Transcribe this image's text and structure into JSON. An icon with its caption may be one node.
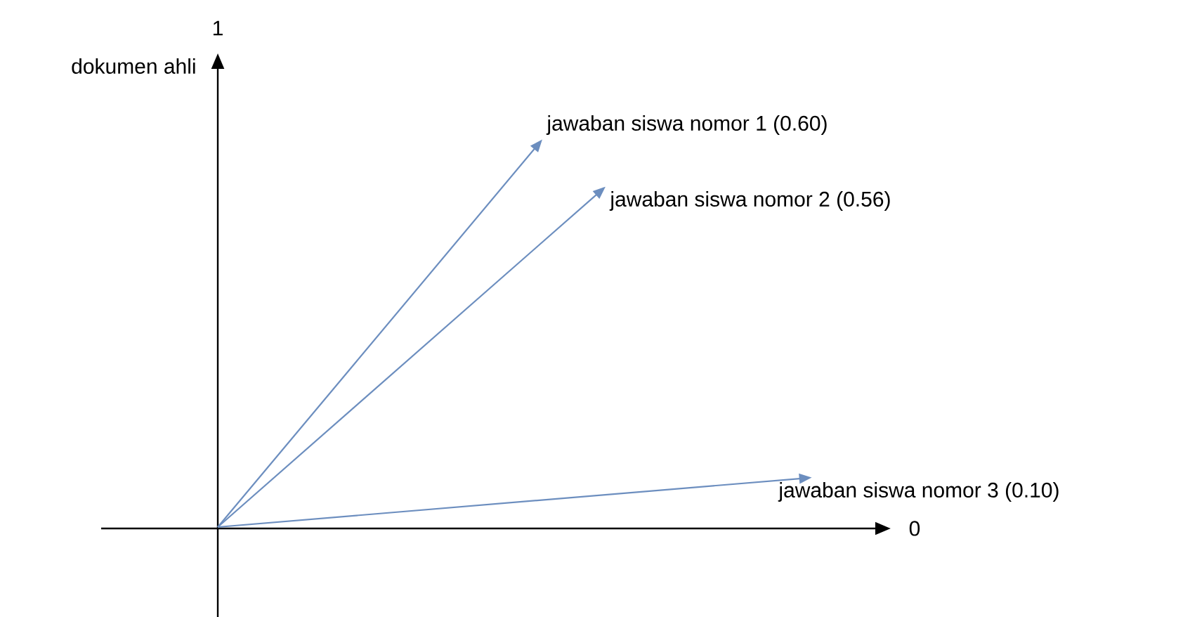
{
  "diagram": {
    "nodes": [
      {
        "text": [
          "jawaban siswa nomor 1 (0.60)"
        ]
      },
      {
        "text": [
          "jawaban siswa nomor 2 (0.56)"
        ]
      },
      {
        "text": [
          "jawaban siswa nomor 3 (0.10)"
        ]
      }
    ],
    "edges": [
      {
        "from": null,
        "to": 0,
        "arrow": "to"
      },
      {
        "from": null,
        "to": 1,
        "arrow": "to"
      },
      {
        "from": null,
        "to": 2,
        "arrow": "to"
      }
    ],
    "labels": [
      "1",
      "dokumen ahli",
      "0"
    ]
  }
}
